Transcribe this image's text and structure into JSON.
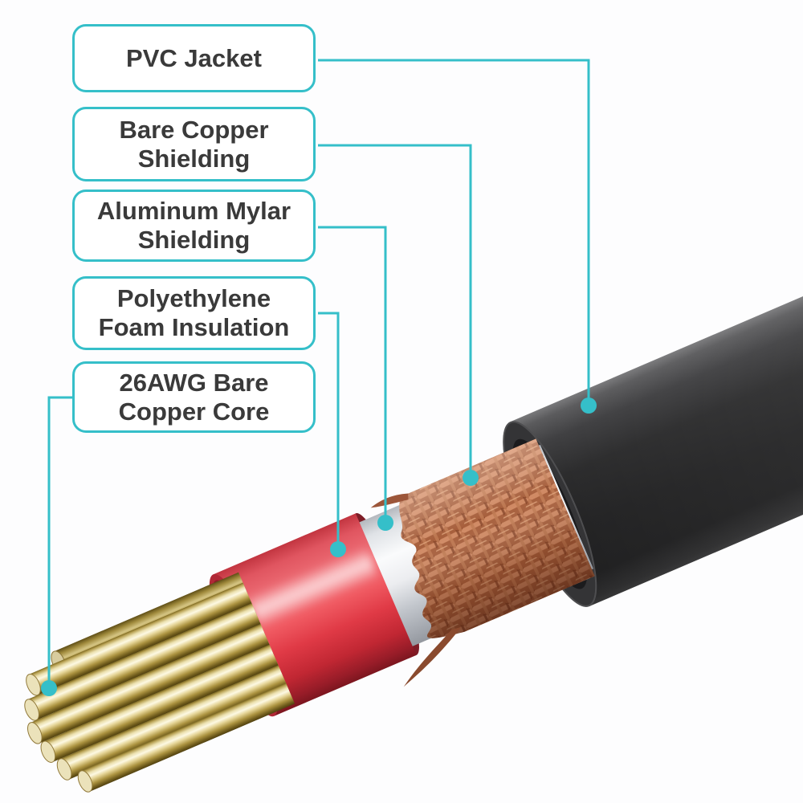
{
  "title": "Audio cable construction cutaway diagram",
  "colors": {
    "accent": "#35bfc9",
    "label_text": "#3a3a3a",
    "label_bg": "#ffffff",
    "pvc_jacket": "#2b2b2d",
    "copper_shield": "#a75f3c",
    "mylar_shield": "#e9ebee",
    "foam_insulation": "#ee4e57",
    "copper_core": "#d9c27a"
  },
  "labels": [
    {
      "id": "pvc-jacket",
      "line1": "PVC Jacket",
      "line2": ""
    },
    {
      "id": "bare-copper",
      "line1": "Bare Copper",
      "line2": "Shielding"
    },
    {
      "id": "aluminum-mylar",
      "line1": "Aluminum Mylar",
      "line2": "Shielding"
    },
    {
      "id": "polyethylene-foam",
      "line1": "Polyethylene",
      "line2": "Foam Insulation"
    },
    {
      "id": "copper-core",
      "line1": "26AWG Bare",
      "line2": "Copper Core"
    }
  ]
}
